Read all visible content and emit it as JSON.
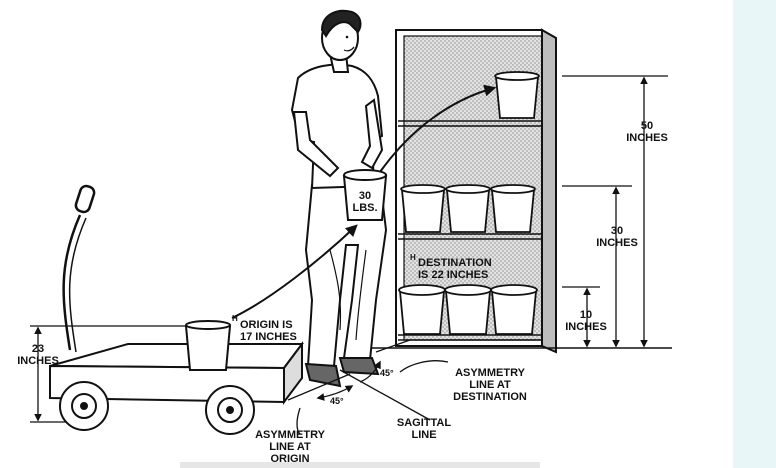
{
  "labels": {
    "height_50": [
      "50",
      "INCHES"
    ],
    "height_30": [
      "30",
      "INCHES"
    ],
    "height_10": [
      "10",
      "INCHES"
    ],
    "height_23": [
      "23",
      "INCHES"
    ],
    "load": [
      "30",
      "LBS."
    ],
    "h_origin_sup": "H",
    "h_origin": [
      "ORIGIN IS",
      "17 INCHES"
    ],
    "h_dest_sup": "H",
    "h_dest": [
      "DESTINATION",
      "IS 22 INCHES"
    ],
    "asym_dest": [
      "ASYMMETRY",
      "LINE AT",
      "DESTINATION"
    ],
    "asym_origin": [
      "ASYMMETRY",
      "LINE AT",
      "ORIGIN"
    ],
    "sagittal": [
      "SAGITTAL",
      "LINE"
    ],
    "angle_dest": "45°",
    "angle_origin": "45°"
  },
  "colors": {
    "ink": "#111111",
    "shelf_shade": "#d6d6d6",
    "panel": "#e9f6f8"
  }
}
